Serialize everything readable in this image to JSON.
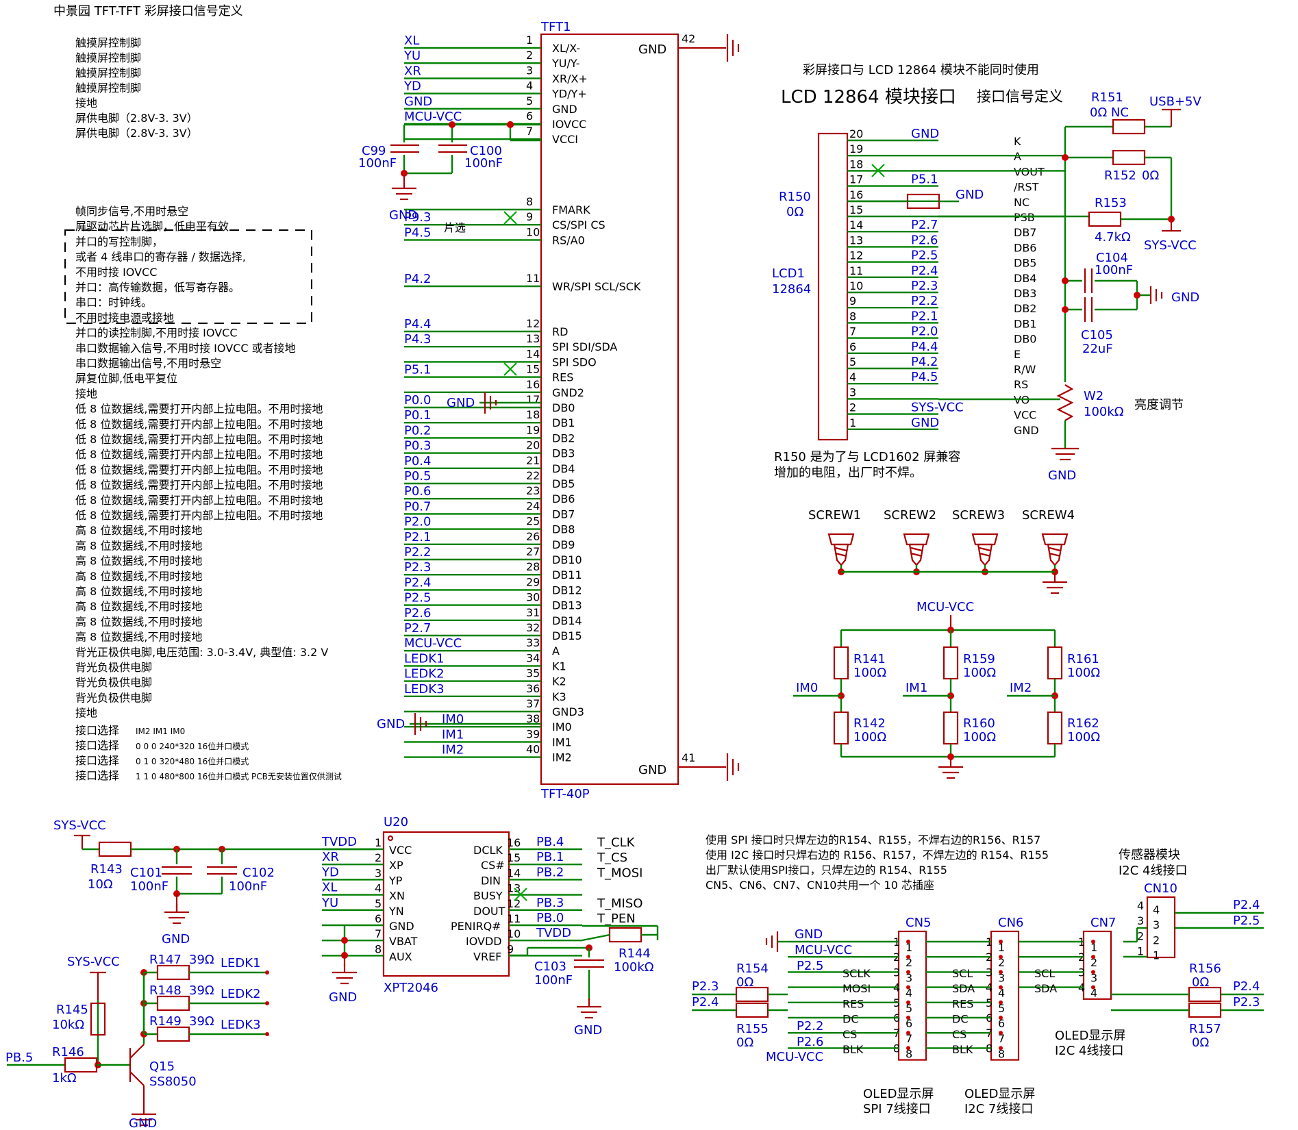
{
  "title": "中景园 TFT-TFT 彩屏接口信号定义",
  "tft_notes": [
    "触摸屏控制脚",
    "触摸屏控制脚",
    "触摸屏控制脚",
    "触摸屏控制脚",
    "接地",
    "屏供电脚（2.8V-3. 3V）",
    "屏供电脚（2.8V-3. 3V）"
  ],
  "tft_notes2": [
    "帧同步信号,不用时悬空",
    "屏驱动芯片片选脚，低电平有效",
    "并口的写控制脚，",
    "或者 4 线串口的寄存器 / 数据选择,",
    "不用时接 IOVCC",
    "并口：高传输数据，低写寄存器。",
    "串口：时钟线。",
    "不用时接电源或接地",
    "并口的读控制脚,不用时接 IOVCC",
    "串口数据输入信号,不用时接 IOVCC 或者接地",
    "串口数据输出信号,不用时悬空",
    "屏复位脚,低电平复位",
    "接地",
    "低 8 位数据线,需要打开内部上拉电阻。不用时接地",
    "低 8 位数据线,需要打开内部上拉电阻。不用时接地",
    "低 8 位数据线,需要打开内部上拉电阻。不用时接地",
    "低 8 位数据线,需要打开内部上拉电阻。不用时接地",
    "低 8 位数据线,需要打开内部上拉电阻。不用时接地",
    "低 8 位数据线,需要打开内部上拉电阻。不用时接地",
    "低 8 位数据线,需要打开内部上拉电阻。不用时接地",
    "低 8 位数据线,需要打开内部上拉电阻。不用时接地",
    "高 8 位数据线,不用时接地",
    "高 8 位数据线,不用时接地",
    "高 8 位数据线,不用时接地",
    "高 8 位数据线,不用时接地",
    "高 8 位数据线,不用时接地",
    "高 8 位数据线,不用时接地",
    "高 8 位数据线,不用时接地",
    "高 8 位数据线,不用时接地",
    "背光正极供电脚,电压范围: 3.0-3.4V, 典型值: 3.2 V",
    "背光负极供电脚",
    "背光负极供电脚",
    "背光负极供电脚",
    "接地"
  ],
  "mode_rows": [
    {
      "label": "接口选择",
      "text": "IM2 IM1 IM0"
    },
    {
      "label": "接口选择",
      "text": "0    0    0    240*320 16位并口模式"
    },
    {
      "label": "接口选择",
      "text": "0    1    0    320*480 16位并口模式"
    },
    {
      "label": "接口选择",
      "text": "1    1    0    480*800 16位并口模式 PCB无安装位置仅供测试"
    }
  ],
  "tft1": {
    "ref": "TFT1",
    "part": "TFT-40P",
    "gnd_top": "GND",
    "gnd_bot": "GND",
    "pin42": "42",
    "pin41": "41",
    "pins": [
      {
        "n": "1",
        "name": "XL/X-",
        "net": "XL"
      },
      {
        "n": "2",
        "name": "YU/Y-",
        "net": "YU"
      },
      {
        "n": "3",
        "name": "XR/X+",
        "net": "XR"
      },
      {
        "n": "4",
        "name": "YD/Y+",
        "net": "YD"
      },
      {
        "n": "5",
        "name": "GND",
        "net": "GND"
      },
      {
        "n": "6",
        "name": "IOVCC",
        "net": "MCU-VCC"
      },
      {
        "n": "7",
        "name": "VCCI",
        "net": ""
      },
      {
        "n": "8",
        "name": "FMARK",
        "net": ""
      },
      {
        "n": "9",
        "name": "CS/SPI CS",
        "net": "P9.3"
      },
      {
        "n": "10",
        "name": "RS/A0",
        "net": "P4.5"
      },
      {
        "n": "11",
        "name": "WR/SPI SCL/SCK",
        "net": "P4.2"
      },
      {
        "n": "12",
        "name": "RD",
        "net": "P4.4"
      },
      {
        "n": "13",
        "name": "SPI SDI/SDA",
        "net": "P4.3"
      },
      {
        "n": "14",
        "name": "SPI SDO",
        "net": ""
      },
      {
        "n": "15",
        "name": "RES",
        "net": "P5.1"
      },
      {
        "n": "16",
        "name": "GND2",
        "net": ""
      },
      {
        "n": "17",
        "name": "DB0",
        "net": "P0.0"
      },
      {
        "n": "18",
        "name": "DB1",
        "net": "P0.1"
      },
      {
        "n": "19",
        "name": "DB2",
        "net": "P0.2"
      },
      {
        "n": "20",
        "name": "DB3",
        "net": "P0.3"
      },
      {
        "n": "21",
        "name": "DB4",
        "net": "P0.4"
      },
      {
        "n": "22",
        "name": "DB5",
        "net": "P0.5"
      },
      {
        "n": "23",
        "name": "DB6",
        "net": "P0.6"
      },
      {
        "n": "24",
        "name": "DB7",
        "net": "P0.7"
      },
      {
        "n": "25",
        "name": "DB8",
        "net": "P2.0"
      },
      {
        "n": "26",
        "name": "DB9",
        "net": "P2.1"
      },
      {
        "n": "27",
        "name": "DB10",
        "net": "P2.2"
      },
      {
        "n": "28",
        "name": "DB11",
        "net": "P2.3"
      },
      {
        "n": "29",
        "name": "DB12",
        "net": "P2.4"
      },
      {
        "n": "30",
        "name": "DB13",
        "net": "P2.5"
      },
      {
        "n": "31",
        "name": "DB14",
        "net": "P2.6"
      },
      {
        "n": "32",
        "name": "DB15",
        "net": "P2.7"
      },
      {
        "n": "33",
        "name": "A",
        "net": "MCU-VCC"
      },
      {
        "n": "34",
        "name": "K1",
        "net": "LEDK1"
      },
      {
        "n": "35",
        "name": "K2",
        "net": "LEDK2"
      },
      {
        "n": "36",
        "name": "K3",
        "net": "LEDK3"
      },
      {
        "n": "37",
        "name": "GND3",
        "net": ""
      },
      {
        "n": "38",
        "name": "IM0",
        "net": "IM0"
      },
      {
        "n": "39",
        "name": "IM1",
        "net": "IM1"
      },
      {
        "n": "40",
        "name": "IM2",
        "net": "IM2"
      }
    ]
  },
  "tft_misc": {
    "c99": "C99",
    "c99v": "100nF",
    "c100": "C100",
    "c100v": "100nF",
    "gnd": "GND",
    "piansel": "片选",
    "gnd16": "GND",
    "gnd37": "GND"
  },
  "lcd": {
    "warn": "彩屏接口与 LCD 12864 模块不能同时使用",
    "title": "LCD 12864 模块接口",
    "sub": "接口信号定义",
    "ref": "LCD1",
    "part": "12864",
    "r150": "R150",
    "r150v": "0Ω",
    "pins": [
      {
        "n": "20",
        "net": "GND",
        "name": "K"
      },
      {
        "n": "19",
        "net": "",
        "name": "A"
      },
      {
        "n": "18",
        "net": "",
        "name": "VOUT"
      },
      {
        "n": "17",
        "net": "P5.1",
        "name": "/RST"
      },
      {
        "n": "16",
        "net": "GND",
        "name": "NC"
      },
      {
        "n": "15",
        "net": "",
        "name": "PSB"
      },
      {
        "n": "14",
        "net": "P2.7",
        "name": "DB7"
      },
      {
        "n": "13",
        "net": "P2.6",
        "name": "DB6"
      },
      {
        "n": "12",
        "net": "P2.5",
        "name": "DB5"
      },
      {
        "n": "11",
        "net": "P2.4",
        "name": "DB4"
      },
      {
        "n": "10",
        "net": "P2.3",
        "name": "DB3"
      },
      {
        "n": "9",
        "net": "P2.2",
        "name": "DB2"
      },
      {
        "n": "8",
        "net": "P2.1",
        "name": "DB1"
      },
      {
        "n": "7",
        "net": "P2.0",
        "name": "DB0"
      },
      {
        "n": "6",
        "net": "P4.4",
        "name": "E"
      },
      {
        "n": "5",
        "net": "P4.2",
        "name": "R/W"
      },
      {
        "n": "4",
        "net": "P4.5",
        "name": "RS"
      },
      {
        "n": "3",
        "net": "",
        "name": "VO"
      },
      {
        "n": "2",
        "net": "SYS-VCC",
        "name": "VCC"
      },
      {
        "n": "1",
        "net": "GND",
        "name": "GND"
      }
    ],
    "r151": "R151",
    "r151v": "0Ω NC",
    "usb": "USB+5V",
    "r152": "R152",
    "r152v": "0Ω",
    "r153": "R153",
    "r153v": "4.7kΩ",
    "sysvcc": "SYS-VCC",
    "c104": "C104",
    "c104v": "100nF",
    "c105": "C105",
    "c105v": "22uF",
    "gnd": "GND",
    "w2": "W2",
    "w2v": "100kΩ",
    "bright": "亮度调节",
    "gnd2": "GND",
    "note1": "R150 是为了与 LCD1602 屏兼容",
    "note2": "增加的电阻，出厂时不焊。"
  },
  "screws": [
    "SCREW1",
    "SCREW2",
    "SCREW3",
    "SCREW4"
  ],
  "im": {
    "vcc": "MCU-VCC",
    "cols": [
      {
        "top": "R141",
        "topv": "100Ω",
        "bot": "R142",
        "botv": "100Ω",
        "net": "IM0"
      },
      {
        "top": "R159",
        "topv": "100Ω",
        "bot": "R160",
        "botv": "100Ω",
        "net": "IM1"
      },
      {
        "top": "R161",
        "topv": "100Ω",
        "bot": "R162",
        "botv": "100Ω",
        "net": "IM2"
      }
    ]
  },
  "touch": {
    "sysvcc": "SYS-VCC",
    "r143": "R143",
    "r143v": "10Ω",
    "c101": "C101",
    "c101v": "100nF",
    "c102": "C102",
    "c102v": "100nF",
    "gnd": "GND",
    "ref": "U20",
    "part": "XPT2046",
    "gnd2": "GND",
    "c103": "C103",
    "c103v": "100nF",
    "r144": "R144",
    "r144v": "100kΩ",
    "gnd3": "GND",
    "left": [
      {
        "n": "1",
        "name": "VCC",
        "net": "TVDD"
      },
      {
        "n": "2",
        "name": "XP",
        "net": "XR"
      },
      {
        "n": "3",
        "name": "YP",
        "net": "YD"
      },
      {
        "n": "4",
        "name": "XN",
        "net": "XL"
      },
      {
        "n": "5",
        "name": "YN",
        "net": "YU"
      },
      {
        "n": "6",
        "name": "GND",
        "net": ""
      },
      {
        "n": "7",
        "name": "VBAT",
        "net": ""
      },
      {
        "n": "8",
        "name": "AUX",
        "net": ""
      }
    ],
    "right": [
      {
        "n": "16",
        "name": "DCLK",
        "net": "PB.4",
        "sig": "T_CLK"
      },
      {
        "n": "15",
        "name": "CS#",
        "net": "PB.1",
        "sig": "T_CS"
      },
      {
        "n": "14",
        "name": "DIN",
        "net": "PB.2",
        "sig": "T_MOSI"
      },
      {
        "n": "13",
        "name": "BUSY",
        "net": "",
        "sig": ""
      },
      {
        "n": "12",
        "name": "DOUT",
        "net": "PB.3",
        "sig": "T_MISO"
      },
      {
        "n": "11",
        "name": "PENIRQ#",
        "net": "PB.0",
        "sig": "T_PEN"
      },
      {
        "n": "10",
        "name": "IOVDD",
        "net": "TVDD",
        "sig": ""
      },
      {
        "n": "9",
        "name": "VREF",
        "net": "",
        "sig": ""
      }
    ]
  },
  "backlight": {
    "sysvcc": "SYS-VCC",
    "r147": "R147",
    "r147v": "39Ω",
    "r148": "R148",
    "r148v": "39Ω",
    "r149": "R149",
    "r149v": "39Ω",
    "ledk1": "LEDK1",
    "ledk2": "LEDK2",
    "ledk3": "LEDK3",
    "r145": "R145",
    "r145v": "10kΩ",
    "r146": "R146",
    "r146v": "1kΩ",
    "pb5": "PB.5",
    "q15": "Q15",
    "q15p": "SS8050",
    "gnd": "GND"
  },
  "oled": {
    "n1": "使用 SPI 接口时只焊左边的R154、R155，不焊右边的R156、R157",
    "n2": "使用 I2C 接口时只焊右边的 R156、R157，不焊左边的 R154、R155",
    "n3": "出厂默认使用SPI接口，只焊左边的 R154、R155",
    "n4": "CN5、CN6、CN7、CN10共用一个 10 芯插座",
    "sensor1": "传感器模块",
    "sensor2": "I2C  4线接口",
    "cn5": "CN5",
    "cn6": "CN6",
    "cn7": "CN7",
    "cn10": "CN10",
    "gnd": "GND",
    "mcuvcc": "MCU-VCC",
    "p25": "P2.5",
    "p22": "P2.2",
    "p26": "P2.6",
    "mcuvcc2": "MCU-VCC",
    "spi": [
      "SCLK",
      "MOSI",
      "RES",
      "DC",
      "CS",
      "BLK"
    ],
    "i2c7": [
      "SCL",
      "SDA",
      "RES",
      "DC",
      "CS",
      "BLK"
    ],
    "i2c4": [
      "SCL",
      "SDA"
    ],
    "r154": "R154",
    "r154v": "0Ω",
    "r155": "R155",
    "r155v": "0Ω",
    "r156": "R156",
    "r156v": "0Ω",
    "r157": "R157",
    "r157v": "0Ω",
    "p23l": "P2.3",
    "p24l": "P2.4",
    "p24r": "P2.4",
    "p23r": "P2.3",
    "p24t": "P2.4",
    "p25t": "P2.5",
    "oled4a": "OLED显示屏",
    "oled4b": "I2C  4线接口",
    "spi7a": "OLED显示屏",
    "spi7b": "SPI  7线接口",
    "i2c7a": "OLED显示屏",
    "i2c7b": "I2C  7线接口"
  }
}
